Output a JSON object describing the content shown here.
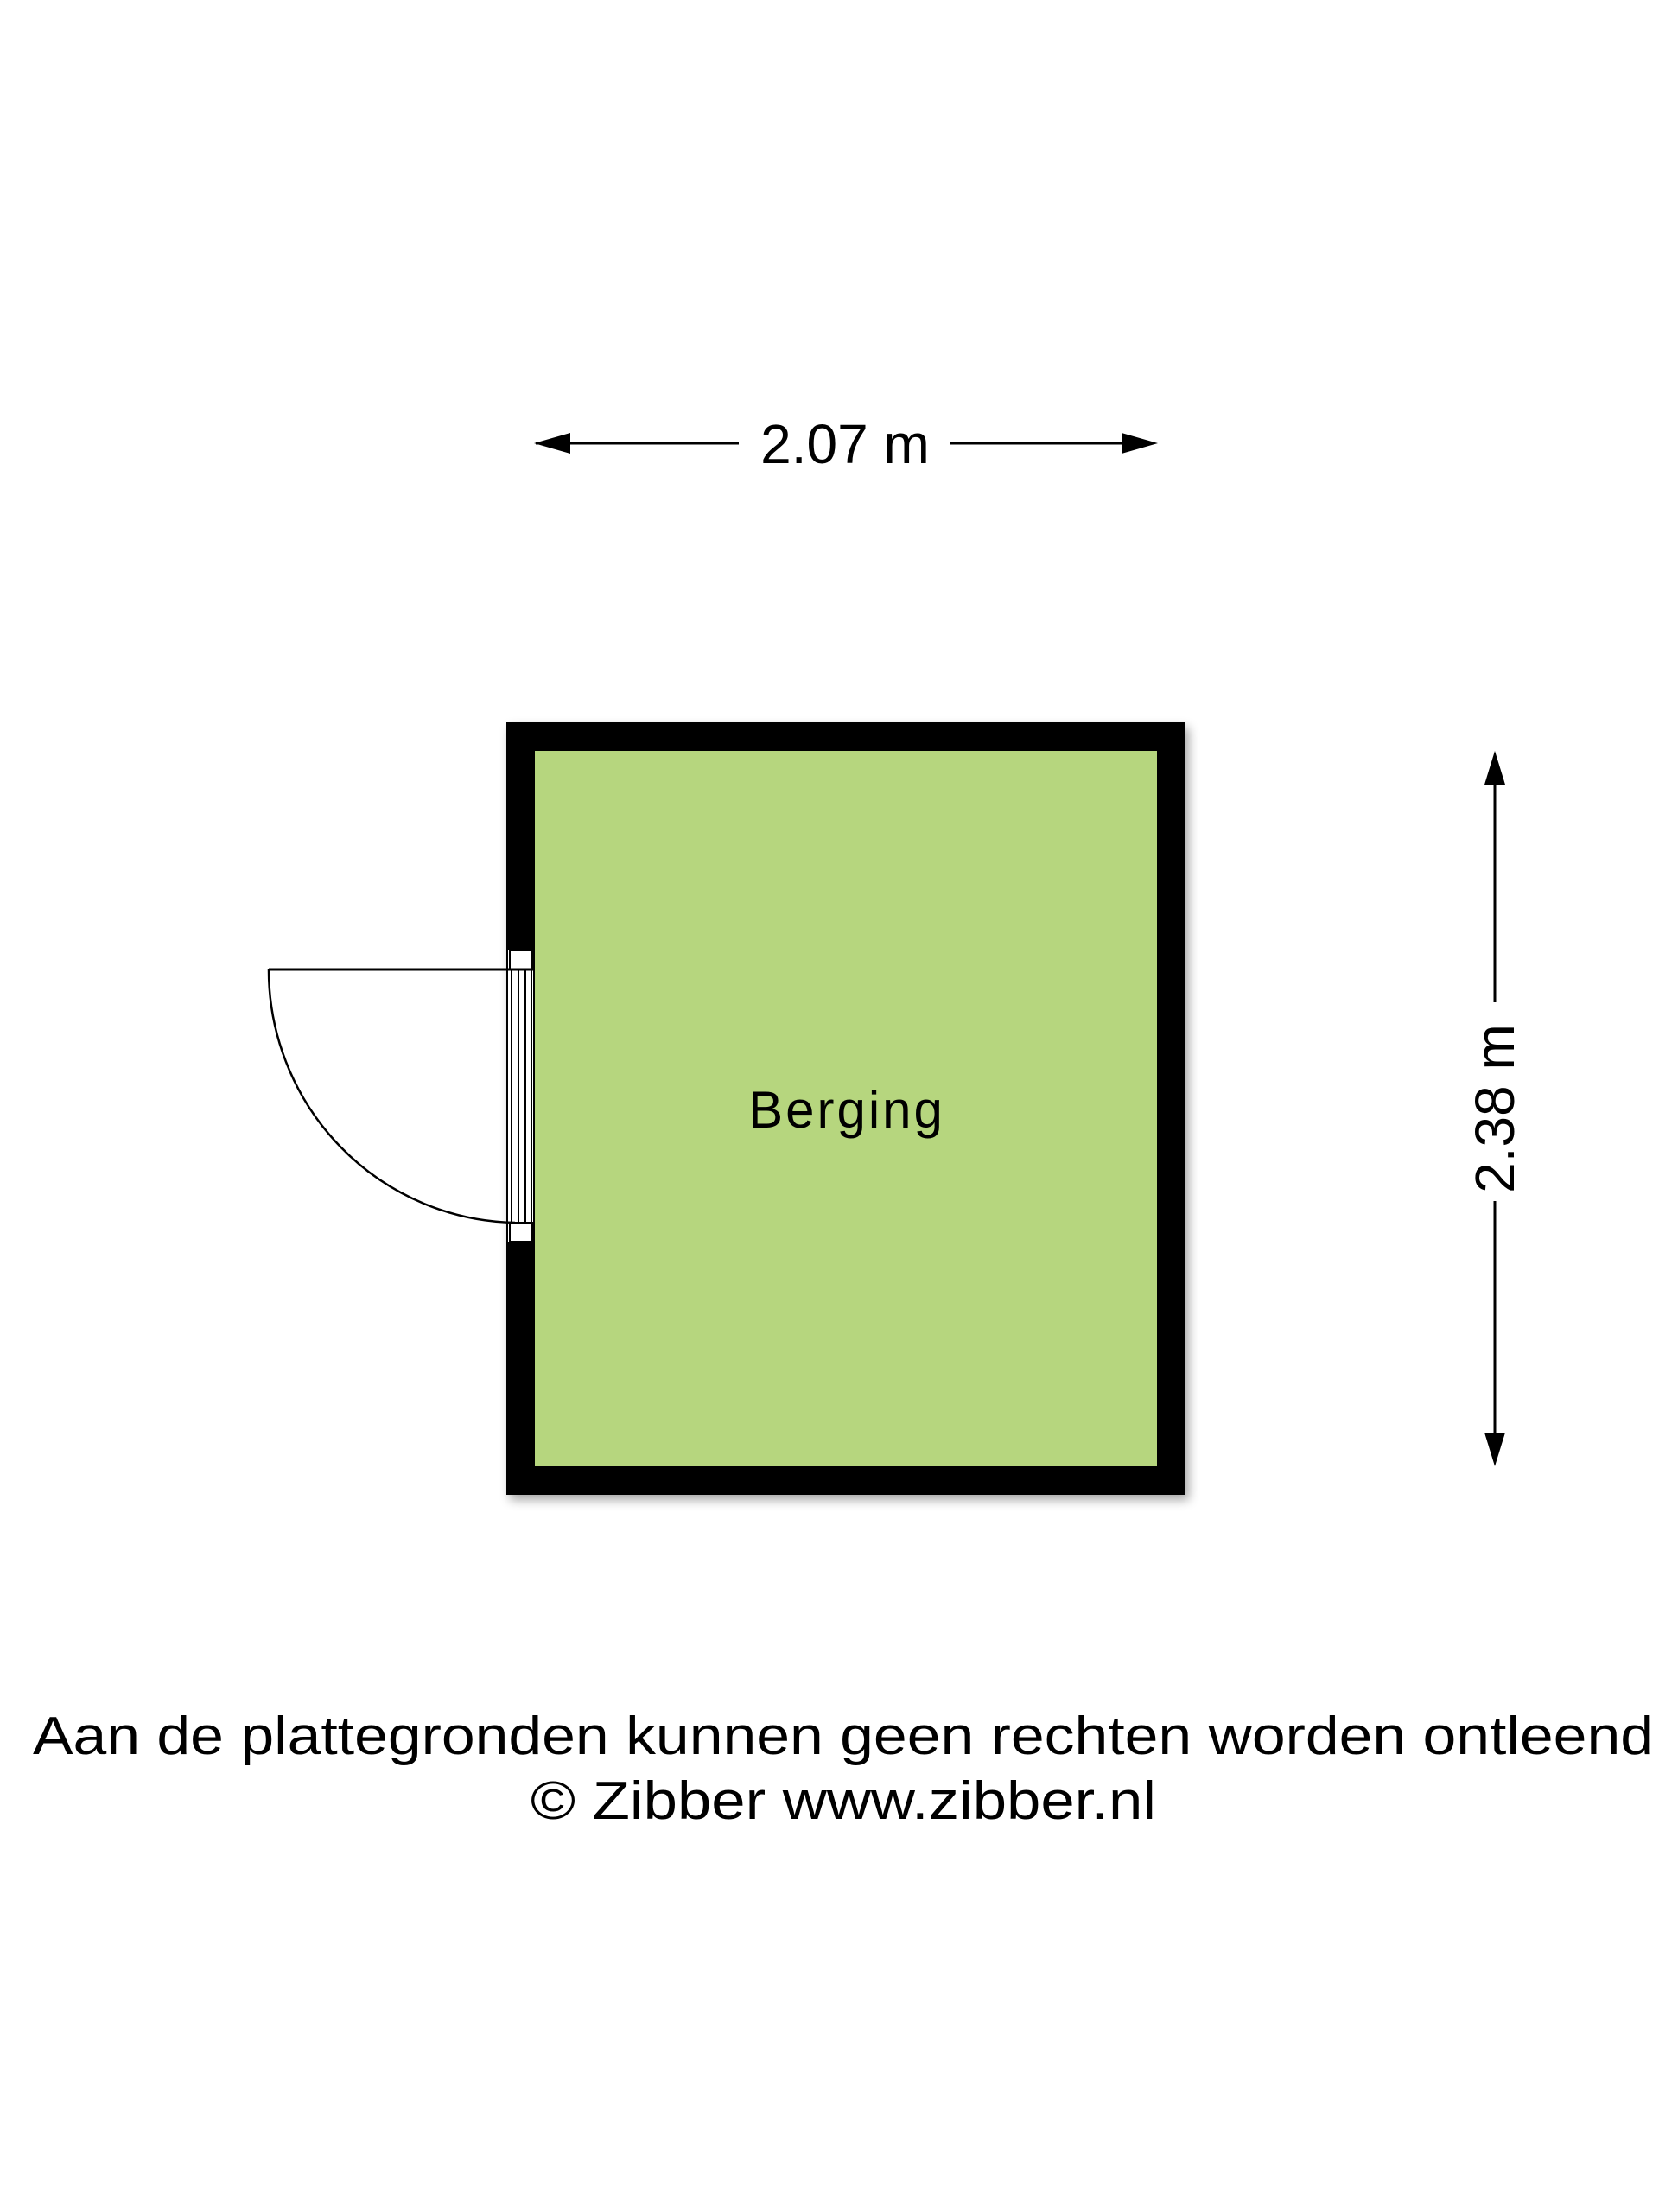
{
  "floorplan": {
    "room": {
      "label": "Berging",
      "fill_color": "#b6d67e"
    },
    "wall_color": "#000000",
    "dimensions": {
      "width": "2.07 m",
      "depth": "2.38 m"
    }
  },
  "footer": {
    "disclaimer": "Aan de plattegronden kunnen geen rechten worden ontleend",
    "copyright": "© Zibber www.zibber.nl"
  }
}
